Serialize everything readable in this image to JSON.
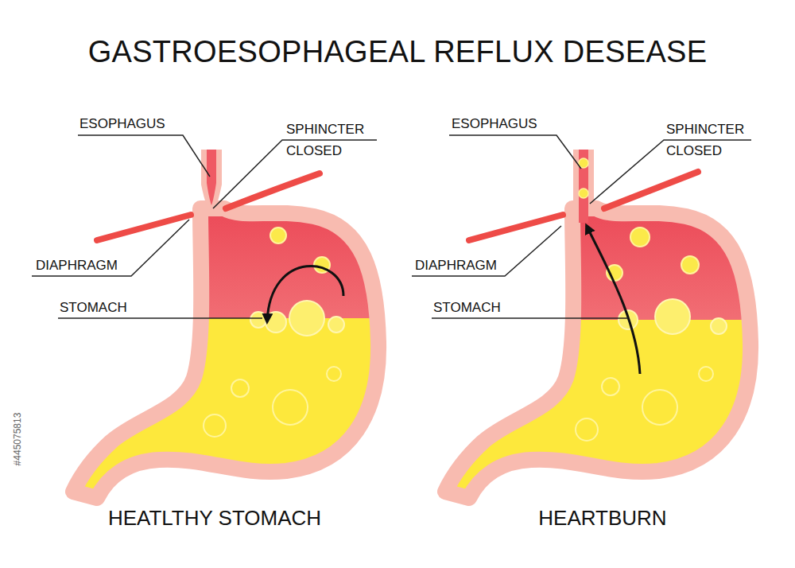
{
  "diagram": {
    "title": "GASTROESOPHAGEAL REFLUX DESEASE",
    "labels": [
      "ESOPHAGUS",
      "SPHINCTER CLOSED",
      "DIAPHRAGM",
      "STOMACH",
      "HEATLTHY STOMACH",
      "ESOPHAGUS",
      "SPHINCTER CLOSED",
      "DIAPHRAGM",
      "STOMACH",
      "HEARTBURN",
      "#445075813"
    ]
  }
}
